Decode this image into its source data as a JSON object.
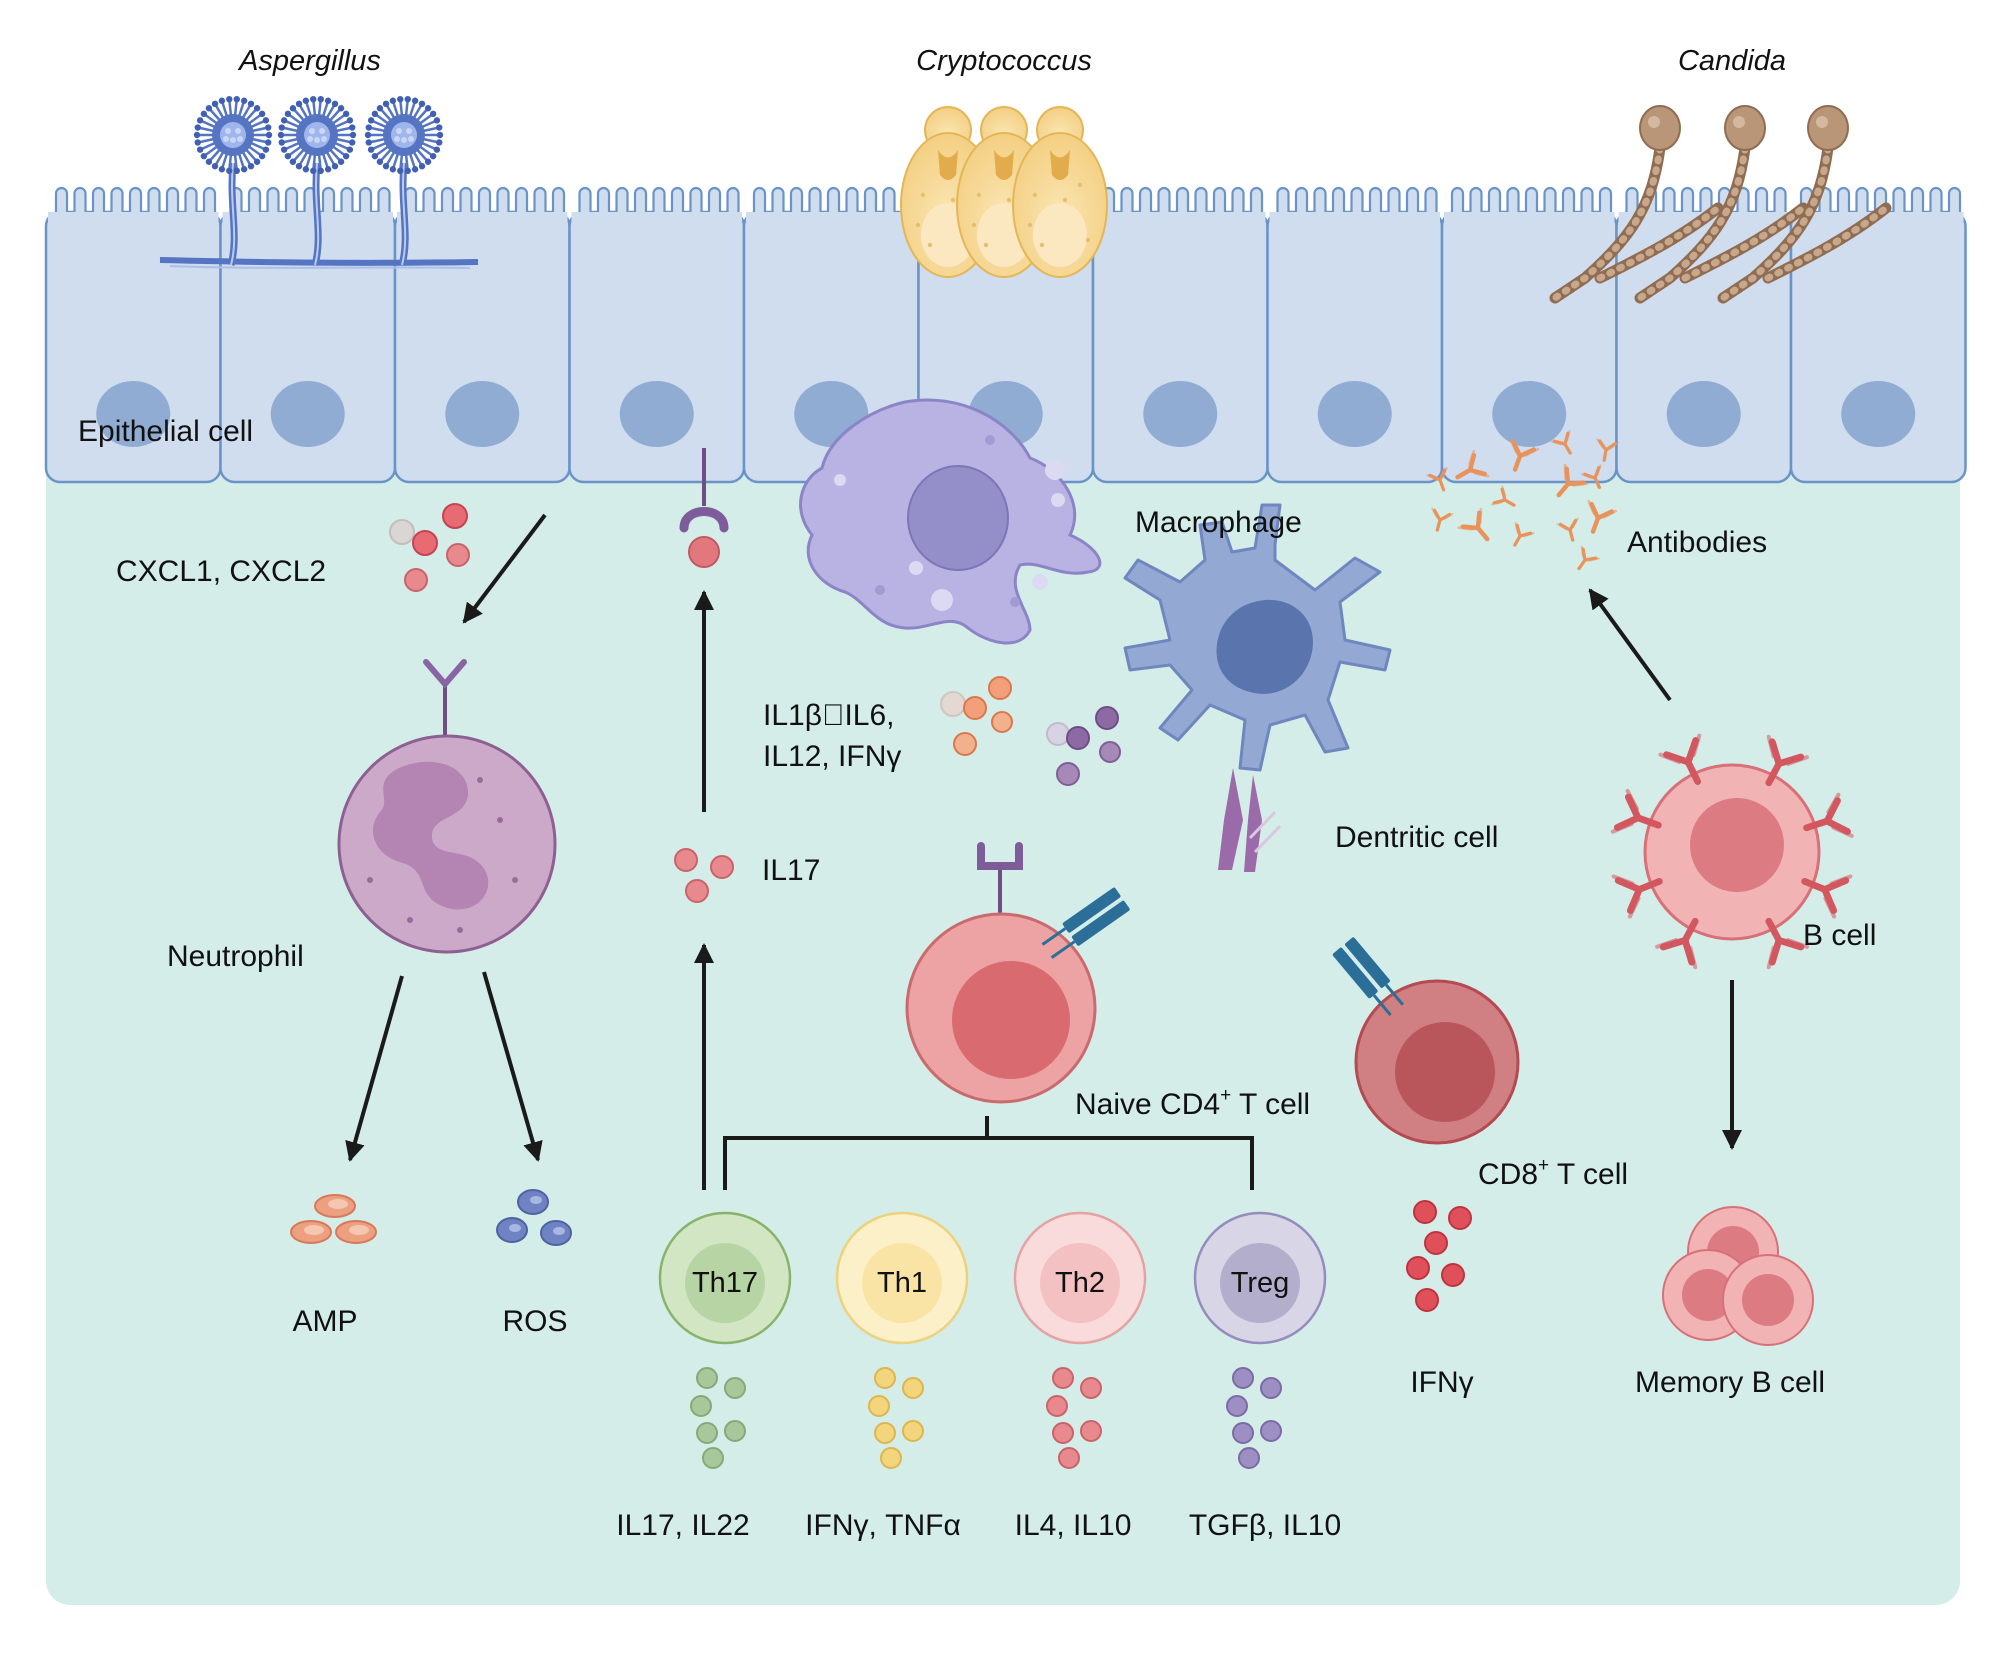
{
  "fungi": {
    "aspergillus": "Aspergillus",
    "cryptococcus": "Cryptococcus",
    "candida": "Candida"
  },
  "labels": {
    "epithelial_cell": "Epithelial cell",
    "cxcl": "CXCL1, CXCL2",
    "macrophage": "Macrophage",
    "antibodies": "Antibodies",
    "macrophage_cytokines_line1": "IL1β\u0000IL6,",
    "macrophage_cytokines_line2": "IL12,  IFNγ",
    "dendritic_cell": "Dentritic cell",
    "il17": "IL17",
    "neutrophil": "Neutrophil",
    "b_cell": "B cell",
    "naive_cd4_main": "Naive CD4",
    "naive_cd4_sup": "+",
    "naive_cd4_tail": " T cell",
    "cd8_main": "CD8",
    "cd8_sup": "+",
    "cd8_tail": " T cell",
    "amp": "AMP",
    "ros": "ROS",
    "ifng": "IFNγ",
    "memory_b_cell": "Memory B cell"
  },
  "t_subsets": [
    {
      "name": "Th17",
      "cytokines": "IL17, IL22"
    },
    {
      "name": "Th1",
      "cytokines": "IFNγ, TNFα"
    },
    {
      "name": "Th2",
      "cytokines": "IL4, IL10"
    },
    {
      "name": "Treg",
      "cytokines": "TGFβ, IL10"
    }
  ],
  "colors": {
    "tissue_background": "#d4ede8",
    "epithelium_fill": "#cfddef",
    "epithelium_stroke": "#6a94c8",
    "nucleus": "#91acd3",
    "aspergillus": "#5574c2",
    "cryptococcus": "#f5d48a",
    "candida": "#b99678",
    "neutrophil": "#cda9c9",
    "macrophage": "#b9b3e3",
    "dendritic_cell": "#93a8d2",
    "naive_cd4": "#eda2a4",
    "cd8": "#d07f82",
    "b_cell": "#f2b3b5",
    "antibody": "#e9935c",
    "th17": "#d3e6c4",
    "th1": "#fcf0c8",
    "th2": "#fadbdb",
    "treg": "#d8d5e6"
  }
}
